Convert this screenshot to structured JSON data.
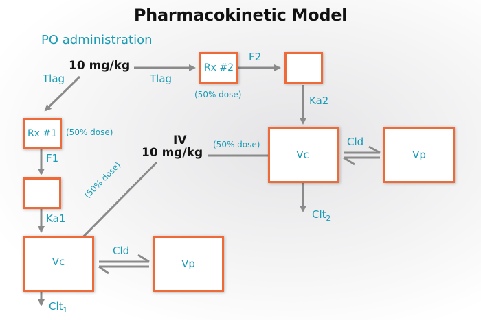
{
  "title": "Pharmacokinetic Model",
  "po": {
    "header": "PO administration",
    "dose": "10 mg/kg",
    "tlag_left": "Tlag",
    "tlag_right": "Tlag"
  },
  "rx2": {
    "label": "Rx #2",
    "fraction": "(50% dose)"
  },
  "f2": "F2",
  "ka2": "Ka2",
  "rx1": {
    "label": "Rx #1",
    "fraction": "(50% dose)"
  },
  "f1": "F1",
  "ka1": "Ka1",
  "iv": {
    "route": "IV",
    "dose": "10 mg/kg",
    "fraction_right": "(50% dose)",
    "fraction_diag": "(50% dose)"
  },
  "model2": {
    "central": "Vc",
    "peripheral": "Vp",
    "cld": "Cld",
    "clt": "Clt",
    "clt_sub": "2"
  },
  "model1": {
    "central": "Vc",
    "peripheral": "Vp",
    "cld": "Cld",
    "clt": "Clt",
    "clt_sub": "1"
  },
  "colors": {
    "accent": "#1a9bb5",
    "box_border": "#ee6a38",
    "arrow": "#8a8a8a"
  }
}
